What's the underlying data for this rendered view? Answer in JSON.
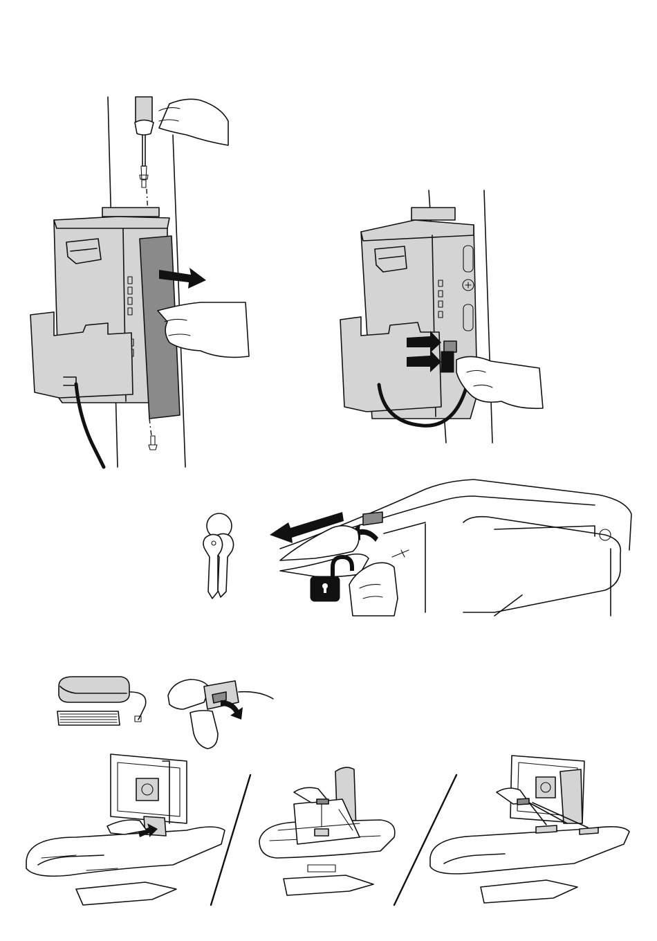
{
  "document": {
    "type": "installation-illustrations",
    "panels": [
      {
        "id": "remove-cover",
        "icons": [
          "screwdriver-icon",
          "screw-icon",
          "power-module-icon",
          "hand-icon",
          "arrow-right-icon"
        ]
      },
      {
        "id": "connect-cables",
        "icons": [
          "power-module-icon",
          "connector-icon",
          "hand-icon",
          "arrow-right-icon"
        ]
      },
      {
        "id": "unlock-drawer",
        "icons": [
          "keys-icon",
          "unlocked-padlock-icon",
          "hand-icon",
          "arrow-left-icon"
        ]
      },
      {
        "id": "scanner-holder",
        "icons": [
          "scanner-pad-icon",
          "adhesive-strip-icon",
          "hand-icon"
        ]
      },
      {
        "id": "mount-options",
        "icons": [
          "cart-worksurface-icon",
          "monitor-icon",
          "hand-icon",
          "arrow-right-icon"
        ]
      }
    ]
  },
  "colors": {
    "line": "#111111",
    "panel_gray": "#d4d4d4",
    "cover_gray": "#8a8a8a",
    "background": "#ffffff"
  }
}
